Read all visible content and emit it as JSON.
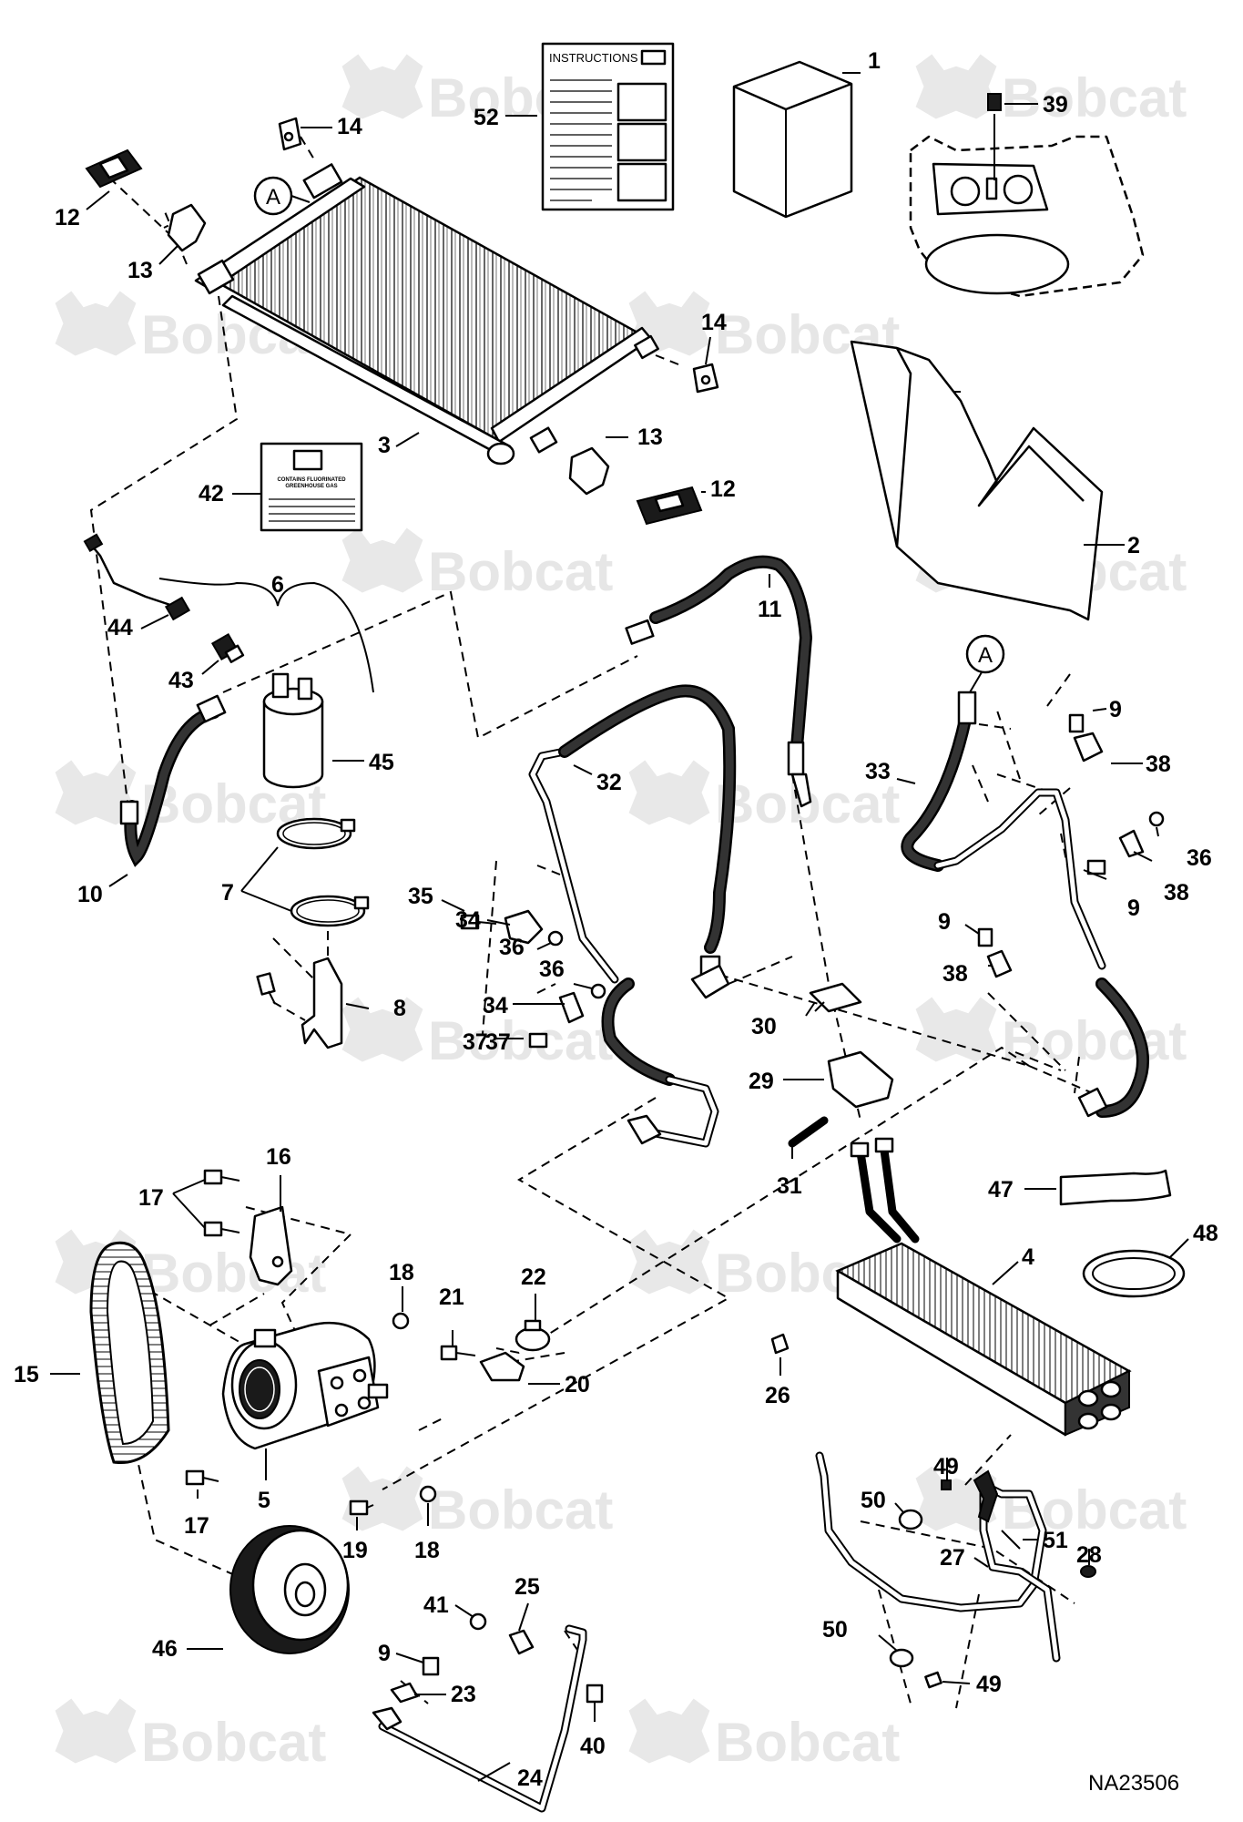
{
  "watermark": {
    "text": "Bobcat"
  },
  "drawing_number": "NA23506",
  "instructions_sheet": {
    "title": "INSTRUCTIONS"
  },
  "decal": {
    "heading_line1": "CONTAINS FLUORINATED",
    "heading_line2": "GREENHOUSE GAS"
  },
  "balloons": [
    {
      "label": "A"
    },
    {
      "label": "A"
    }
  ],
  "callouts": [
    {
      "label": "1"
    },
    {
      "label": "39"
    },
    {
      "label": "52"
    },
    {
      "label": "14"
    },
    {
      "label": "12"
    },
    {
      "label": "13"
    },
    {
      "label": "14"
    },
    {
      "label": "3"
    },
    {
      "label": "13"
    },
    {
      "label": "12"
    },
    {
      "label": "42"
    },
    {
      "label": "2"
    },
    {
      "label": "6"
    },
    {
      "label": "11"
    },
    {
      "label": "44"
    },
    {
      "label": "43"
    },
    {
      "label": "45"
    },
    {
      "label": "32"
    },
    {
      "label": "33"
    },
    {
      "label": "9"
    },
    {
      "label": "38"
    },
    {
      "label": "10"
    },
    {
      "label": "7"
    },
    {
      "label": "35"
    },
    {
      "label": "34"
    },
    {
      "label": "36"
    },
    {
      "label": "36"
    },
    {
      "label": "37"
    },
    {
      "label": "38"
    },
    {
      "label": "9"
    },
    {
      "label": "38"
    },
    {
      "label": "9"
    },
    {
      "label": "8"
    },
    {
      "label": "36"
    },
    {
      "label": "34"
    },
    {
      "label": "37"
    },
    {
      "label": "30"
    },
    {
      "label": "29"
    },
    {
      "label": "31"
    },
    {
      "label": "16"
    },
    {
      "label": "17"
    },
    {
      "label": "47"
    },
    {
      "label": "48"
    },
    {
      "label": "4"
    },
    {
      "label": "18"
    },
    {
      "label": "21"
    },
    {
      "label": "22"
    },
    {
      "label": "15"
    },
    {
      "label": "20"
    },
    {
      "label": "26"
    },
    {
      "label": "5"
    },
    {
      "label": "17"
    },
    {
      "label": "19"
    },
    {
      "label": "18"
    },
    {
      "label": "49"
    },
    {
      "label": "50"
    },
    {
      "label": "51"
    },
    {
      "label": "28"
    },
    {
      "label": "27"
    },
    {
      "label": "41"
    },
    {
      "label": "25"
    },
    {
      "label": "9"
    },
    {
      "label": "23"
    },
    {
      "label": "46"
    },
    {
      "label": "40"
    },
    {
      "label": "50"
    },
    {
      "label": "49"
    },
    {
      "label": "24"
    }
  ]
}
